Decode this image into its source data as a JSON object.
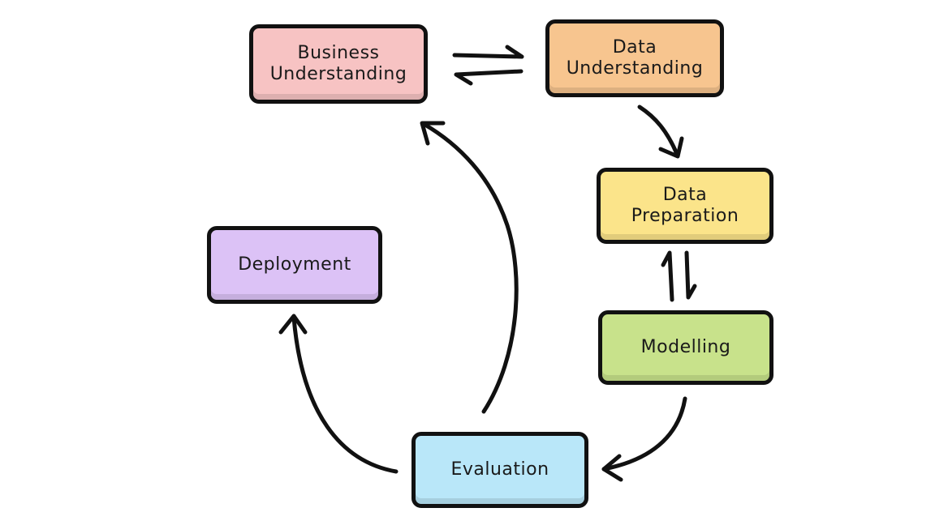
{
  "diagram": {
    "stages": {
      "business_understanding": {
        "label": "Business\nUnderstanding",
        "color": "#f7c3c3"
      },
      "data_understanding": {
        "label": "Data\nUnderstanding",
        "color": "#f7c58f"
      },
      "data_preparation": {
        "label": "Data\nPreparation",
        "color": "#fbe48a"
      },
      "modelling": {
        "label": "Modelling",
        "color": "#c8e28b"
      },
      "evaluation": {
        "label": "Evaluation",
        "color": "#b9e7f9"
      },
      "deployment": {
        "label": "Deployment",
        "color": "#dcc2f6"
      }
    },
    "edges": [
      {
        "from": "business_understanding",
        "to": "data_understanding",
        "style": "bidirectional"
      },
      {
        "from": "data_understanding",
        "to": "data_preparation",
        "style": "arrow"
      },
      {
        "from": "data_preparation",
        "to": "modelling",
        "style": "bidirectional"
      },
      {
        "from": "modelling",
        "to": "evaluation",
        "style": "arrow"
      },
      {
        "from": "evaluation",
        "to": "business_understanding",
        "style": "arrow"
      },
      {
        "from": "evaluation",
        "to": "deployment",
        "style": "arrow"
      }
    ],
    "stroke_color": "#111111"
  }
}
